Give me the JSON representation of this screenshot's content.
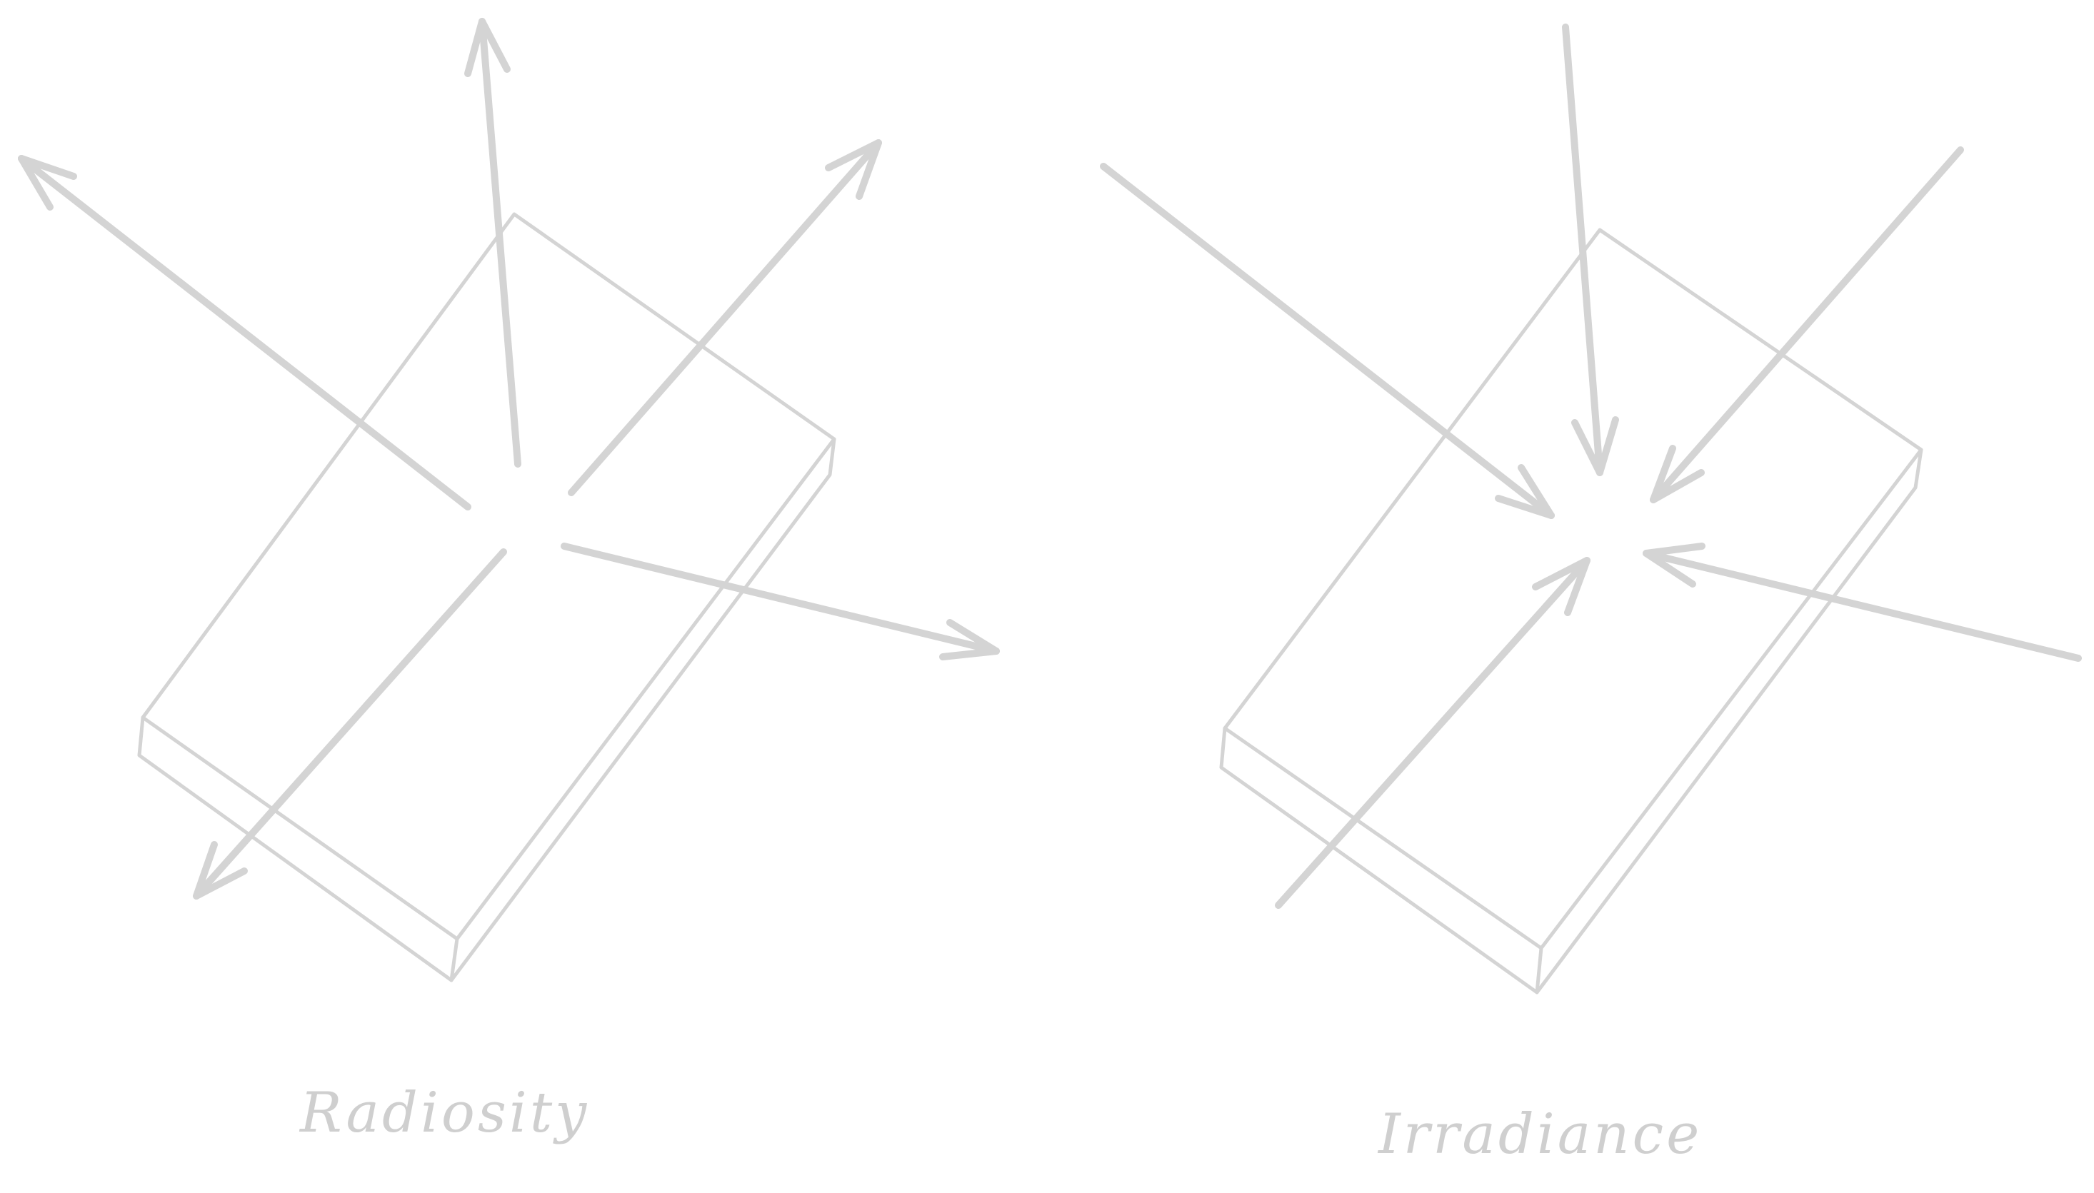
{
  "panels": [
    {
      "caption": "Radiosity",
      "ray_direction": "outgoing"
    },
    {
      "caption": "Irradiance",
      "ray_direction": "incoming"
    }
  ],
  "colors": {
    "background": "#ffffff",
    "stroke": "#d4d4d4",
    "caption": "#cfcfcf"
  }
}
